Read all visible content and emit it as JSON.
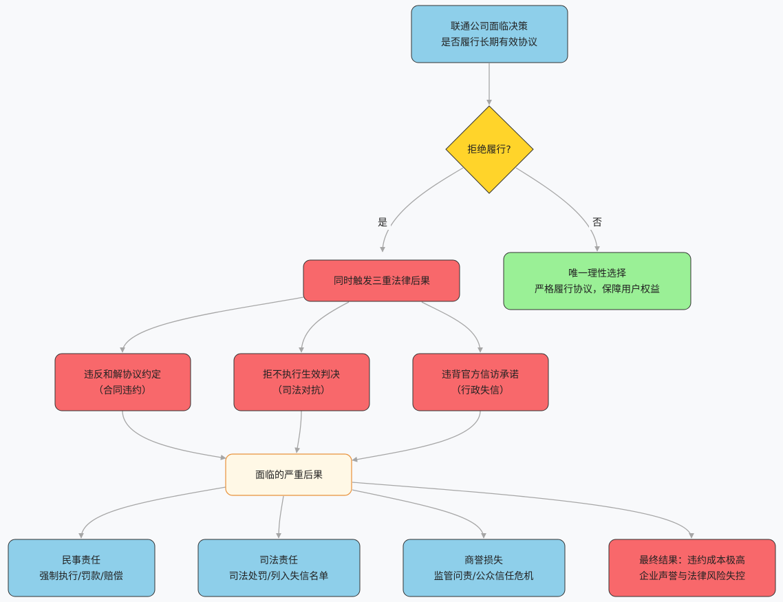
{
  "colors": {
    "blue": "#8ecfea",
    "yellow": "#ffd42a",
    "red": "#f8686b",
    "green": "#9af096",
    "cream": "#fff8e6",
    "orange_border": "#e8913a",
    "border": "#333333",
    "edge": "#a6a6a6",
    "background": "#f8f9fb"
  },
  "nodes": {
    "start": {
      "lines": [
        "联通公司面临决策",
        "是否履行长期有效协议"
      ]
    },
    "decision": {
      "lines": [
        "拒绝履行?"
      ]
    },
    "triple": {
      "lines": [
        "同时触发三重法律后果"
      ]
    },
    "rational": {
      "lines": [
        "唯一理性选择",
        "严格履行协议，保障用户权益"
      ]
    },
    "breach": {
      "lines": [
        "违反和解协议约定",
        "（合同违约）"
      ]
    },
    "judgment": {
      "lines": [
        "拒不执行生效判决",
        "（司法对抗）"
      ]
    },
    "promise": {
      "lines": [
        "违背官方信访承诺",
        "（行政失信）"
      ]
    },
    "consequence": {
      "lines": [
        "面临的严重后果"
      ]
    },
    "civil": {
      "lines": [
        "民事责任",
        "强制执行/罚款/赔偿"
      ]
    },
    "judicial": {
      "lines": [
        "司法责任",
        "司法处罚/列入失信名单"
      ]
    },
    "reputation": {
      "lines": [
        "商誉损失",
        "监管问责/公众信任危机"
      ]
    },
    "final": {
      "lines": [
        "最终结果：违约成本极高",
        "企业声誉与法律风险失控"
      ]
    }
  },
  "edge_labels": {
    "yes": "是",
    "no": "否"
  }
}
